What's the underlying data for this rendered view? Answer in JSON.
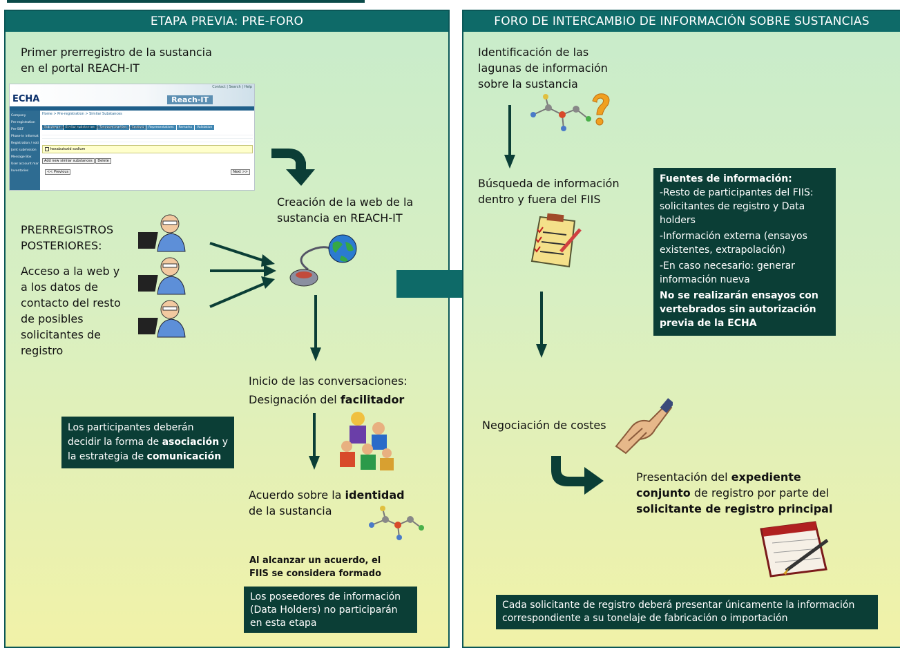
{
  "left": {
    "header": "ETAPA PREVIA: PRE-FORO",
    "first_prereg_l1": "Primer prerregistro de la sustancia",
    "first_prereg_l2": "en el portal REACH-IT",
    "web_creation_l1": "Creación de la web de la",
    "web_creation_l2": "sustancia en REACH-IT",
    "later_l1": "PRERREGISTROS",
    "later_l2": "POSTERIORES:",
    "access_lines": [
      "Acceso a la web y",
      "a los datos de",
      "contacto del resto",
      "de posibles",
      "solicitantes de",
      "registro"
    ],
    "talks_l1": "Inicio de las conversaciones:",
    "talks_l2_a": "Designación del ",
    "talks_l2_b": "facilitador",
    "box_assoc_l1": "Los participantes deberán",
    "box_assoc_l2_a": "decidir la forma de ",
    "box_assoc_l2_b": "asociación",
    "box_assoc_l2_c": " y",
    "box_assoc_l3_a": "la estrategia de ",
    "box_assoc_l3_b": "comunicación",
    "agree_l1_a": "Acuerdo sobre la ",
    "agree_l1_b": "identidad",
    "agree_l2": "de la sustancia",
    "formed_l1": "Al alcanzar un acuerdo, el",
    "formed_l2": "FIIS se considera formado",
    "box_holders_l1": "Los poseedores de información",
    "box_holders_l2": "(Data Holders) no participarán",
    "box_holders_l3": "en esta etapa"
  },
  "right": {
    "header": "FORO DE INTERCAMBIO DE INFORMACIÓN SOBRE SUSTANCIAS",
    "gaps_l1": "Identificación de las",
    "gaps_l2": "lagunas de información",
    "gaps_l3": "sobre la sustancia",
    "search_l1": "Búsqueda de información",
    "search_l2": "dentro y fuera del FIIS",
    "sources_title": "Fuentes de información:",
    "sources_items": [
      "-Resto de participantes del FIIS:",
      "solicitantes de registro y Data",
      "holders",
      "-Información externa (ensayos",
      "existentes, extrapolación)",
      "-En caso necesario: generar",
      "información nueva"
    ],
    "sources_bold": [
      "No se realizarán ensayos con",
      "vertebrados sin autorización",
      "previa de la ECHA"
    ],
    "costs": "Negociación de costes",
    "present_l1_a": "Presentación del ",
    "present_l1_b": "expediente",
    "present_l2_a": "conjunto",
    "present_l2_b": " de registro por parte del",
    "present_l3": "solicitante de registro principal",
    "footer_box_l1": "Cada solicitante de registro deberá presentar únicamente la información",
    "footer_box_l2": "correspondiente a su tonelaje de fabricación o importación"
  },
  "screenshot": {
    "logo": "ECHA",
    "brand": "Reach-IT",
    "top_links": "Contact | Search | Help",
    "breadcrumb": "Home > Pre-registration > Similar Substances",
    "tabs": [
      "Substance",
      "Similar substances",
      "Tonnage/deadline",
      "Contact",
      "Representatives",
      "Remarks",
      "Validation"
    ],
    "sidebar": [
      "Company",
      "Pre-registration",
      "Pre-SIEF",
      "Phase-in information",
      "Registration / notification",
      "Joint submission",
      "Message Box",
      "User account management",
      "Inventories"
    ],
    "intro": "You may now identify similar substances for your substance.",
    "checkbox_label": "hexabutoxid sodium",
    "btn_add": "Add new similar substances",
    "btn_delete": "Delete",
    "btn_prev": "<< Previous",
    "btn_next": "Next >>"
  }
}
